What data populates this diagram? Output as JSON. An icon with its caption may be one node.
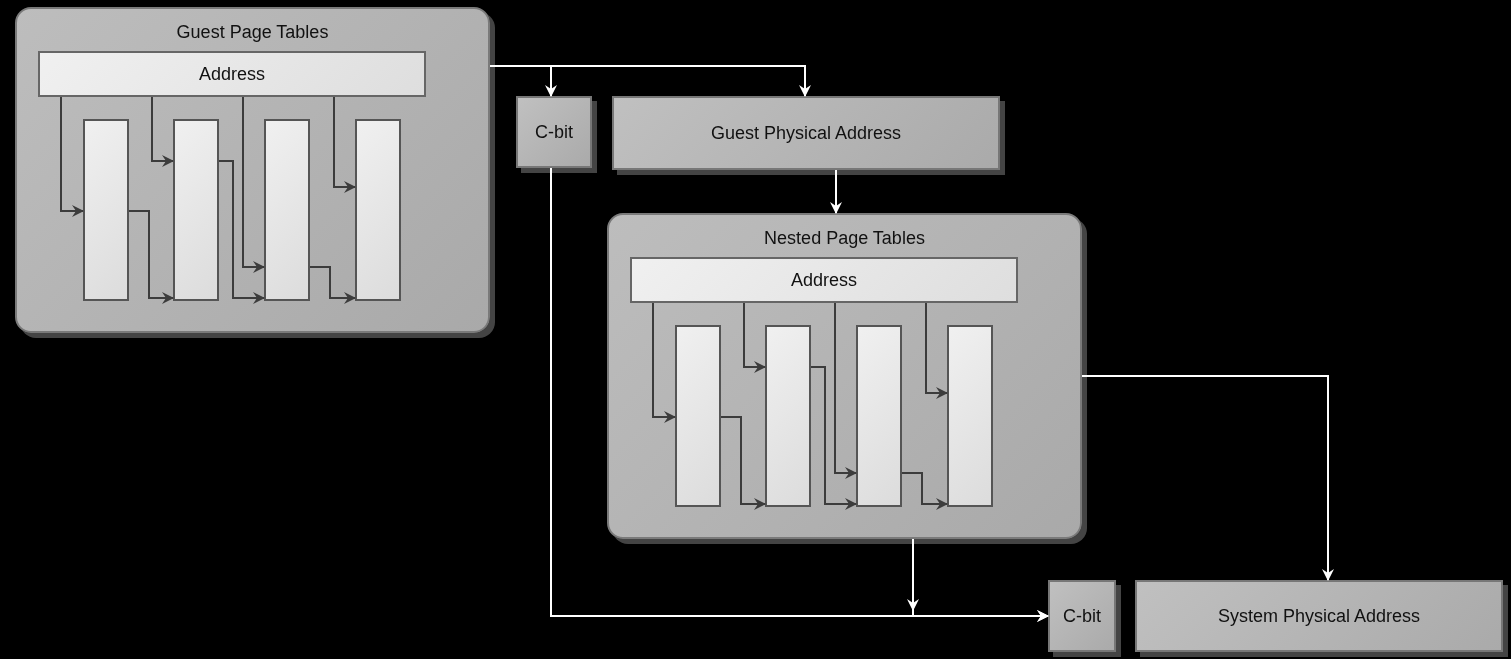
{
  "diagram": {
    "nodes": [
      {
        "text": [
          "Guest Page Tables"
        ]
      },
      {
        "text": [
          "Address"
        ],
        "in": 0
      },
      {
        "text": [],
        "shape": "box",
        "in": 0
      },
      {
        "text": [],
        "shape": "box",
        "in": 0
      },
      {
        "text": [],
        "shape": "box",
        "in": 0
      },
      {
        "text": [],
        "shape": "box",
        "in": 0
      },
      {
        "text": [
          "C-bit"
        ]
      },
      {
        "text": [
          "Guest Physical Address"
        ]
      },
      {
        "text": [
          "Nested Page Tables"
        ]
      },
      {
        "text": [
          "Address"
        ],
        "in": 8
      },
      {
        "text": [],
        "shape": "box",
        "in": 8
      },
      {
        "text": [],
        "shape": "box",
        "in": 8
      },
      {
        "text": [],
        "shape": "box",
        "in": 8
      },
      {
        "text": [],
        "shape": "box",
        "in": 8
      },
      {
        "text": [
          "C-bit"
        ]
      },
      {
        "text": [
          "System Physical Address"
        ]
      }
    ],
    "edges": [
      {
        "from": 1,
        "to": 2,
        "arrow": "to"
      },
      {
        "from": 1,
        "to": 3,
        "arrow": "to"
      },
      {
        "from": 1,
        "to": 4,
        "arrow": "to"
      },
      {
        "from": 1,
        "to": 5,
        "arrow": "to"
      },
      {
        "from": 2,
        "to": 3,
        "arrow": "to"
      },
      {
        "from": 3,
        "to": 4,
        "arrow": "to"
      },
      {
        "from": 4,
        "to": 5,
        "arrow": "to"
      },
      {
        "from": 0,
        "to": 6,
        "arrow": "to",
        "color": "#ffffff"
      },
      {
        "from": 0,
        "to": 7,
        "arrow": "to",
        "color": "#ffffff"
      },
      {
        "from": 7,
        "to": 8,
        "arrow": "to",
        "color": "#ffffff"
      },
      {
        "from": 9,
        "to": 10,
        "arrow": "to"
      },
      {
        "from": 9,
        "to": 11,
        "arrow": "to"
      },
      {
        "from": 9,
        "to": 12,
        "arrow": "to"
      },
      {
        "from": 9,
        "to": 13,
        "arrow": "to"
      },
      {
        "from": 10,
        "to": 11,
        "arrow": "to"
      },
      {
        "from": 11,
        "to": 12,
        "arrow": "to"
      },
      {
        "from": 12,
        "to": 13,
        "arrow": "to"
      },
      {
        "from": 8,
        "to": 15,
        "arrow": "to",
        "color": "#ffffff"
      },
      {
        "from": 6,
        "to": 14,
        "arrow": "to",
        "color": "#ffffff"
      },
      {
        "from": 8,
        "to": 14,
        "arrow": "to",
        "color": "#ffffff"
      }
    ]
  }
}
